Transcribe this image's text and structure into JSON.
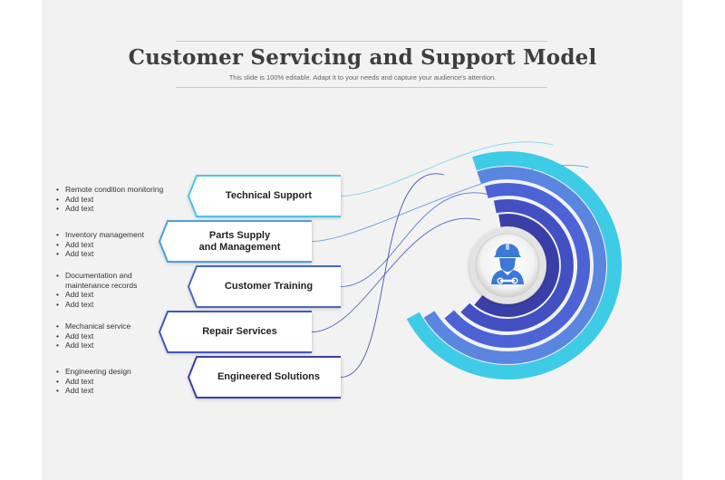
{
  "slide": {
    "title": "Customer Servicing and Support Model",
    "subtitle": "This slide is 100% editable. Adapt it to your needs and capture your audience's attention."
  },
  "colors": {
    "background": "#f2f2f2",
    "arc_colors": [
      "#3a3fa8",
      "#4350c2",
      "#4c63d6",
      "#5a86e0",
      "#3ecbe6"
    ],
    "hub_icon": "#3b78d8"
  },
  "center_icon": "engineer-helmet-icon",
  "services": [
    {
      "label": "Technical Support",
      "bullets": [
        "Remote condition monitoring",
        "Add text",
        "Add text"
      ]
    },
    {
      "label": "Parts Supply\nand Management",
      "bullets": [
        "Inventory management",
        "Add text",
        "Add text"
      ]
    },
    {
      "label": "Customer Training",
      "bullets": [
        "Documentation and maintenance records",
        "Add text",
        "Add text"
      ]
    },
    {
      "label": "Repair Services",
      "bullets": [
        "Mechanical service",
        "Add text",
        "Add text"
      ]
    },
    {
      "label": "Engineered Solutions",
      "bullets": [
        "Engineering design",
        "Add text",
        "Add text"
      ]
    }
  ]
}
